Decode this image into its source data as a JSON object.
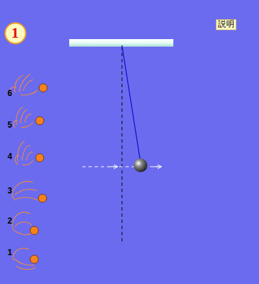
{
  "diagram": {
    "nodes": [
      {
        "text": [
          "1"
        ]
      },
      {
        "text": [
          "説明"
        ]
      }
    ],
    "labels": [
      "6",
      "5",
      "4",
      "3",
      "2",
      "1"
    ]
  }
}
